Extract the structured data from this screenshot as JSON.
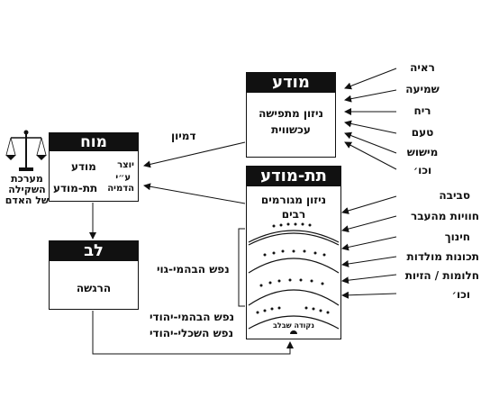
{
  "conscious": {
    "title": "מודע",
    "body_line1": "ניזון מתפישה",
    "body_line2": "עכשווית"
  },
  "conscious_inputs": [
    "ראיה",
    "שמיעה",
    "ריח",
    "טעם",
    "מישוש",
    "וכו׳"
  ],
  "subconscious": {
    "title": "תת-מודע",
    "body_line1": "ניזון מגורמים",
    "body_line2": "רבים",
    "core_label": "נקודה שבלב"
  },
  "subconscious_inputs": [
    "סביבה",
    "חוויות מהעבר",
    "חינוך",
    "תכונות מולדות",
    "חלומות / הזיות",
    "וכו׳"
  ],
  "brain": {
    "title": "מוח",
    "row1_right": "יוצר",
    "row1_left": "מודע",
    "row_mid": "ע״י",
    "row2_right": "הדמיה",
    "row2_left": "תת-מודע"
  },
  "imagination_label": "דמיון",
  "scale_caption_line1": "מערכת",
  "scale_caption_line2": "השקילה",
  "scale_caption_line3": "של האדם",
  "heart": {
    "title": "לב",
    "body": "הרגשה"
  },
  "soul_labels": {
    "animal_gentile": "נפש הבהמי-גוי",
    "animal_jew": "נפש הבהמי-יהודי",
    "intellect_jew": "נפש השכלי-יהודי"
  }
}
